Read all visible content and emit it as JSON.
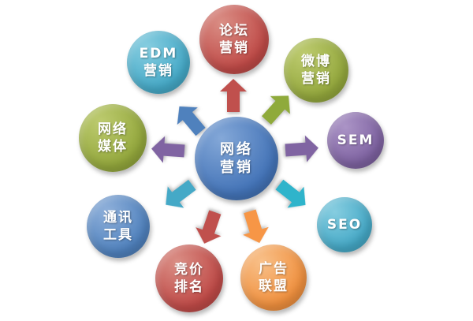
{
  "diagram": {
    "center": {
      "name": "network-marketing",
      "lines": [
        "网络",
        "营销"
      ],
      "color": "#4373b7",
      "highlight": "#84a8d8"
    },
    "satellites": [
      {
        "name": "forum-marketing",
        "lines": [
          "论坛",
          "营销"
        ],
        "color": "#bf4a47",
        "highlight": "#da8e85"
      },
      {
        "name": "weibo-marketing",
        "lines": [
          "微博",
          "营销"
        ],
        "color": "#93a73c",
        "highlight": "#bdcb6f"
      },
      {
        "name": "sem",
        "lines": [
          "SEM"
        ],
        "color": "#7e62a1",
        "highlight": "#ab94c6"
      },
      {
        "name": "seo",
        "lines": [
          "SEO"
        ],
        "color": "#45a9c7",
        "highlight": "#86cde0"
      },
      {
        "name": "ad-alliance",
        "lines": [
          "广告",
          "联盟"
        ],
        "color": "#f0903e",
        "highlight": "#f8c089"
      },
      {
        "name": "bid-ranking",
        "lines": [
          "竞价",
          "排名"
        ],
        "color": "#bf4a47",
        "highlight": "#da8e85"
      },
      {
        "name": "communication-tools",
        "lines": [
          "通讯",
          "工具"
        ],
        "color": "#4f81bd",
        "highlight": "#8fb0da"
      },
      {
        "name": "network-media",
        "lines": [
          "网络",
          "媒体"
        ],
        "color": "#93a73c",
        "highlight": "#bdcb6f"
      },
      {
        "name": "edm-marketing",
        "lines": [
          "EDM",
          "营销"
        ],
        "color": "#45a9c7",
        "highlight": "#86cde0"
      }
    ],
    "arrows": [
      {
        "target": "forum-marketing",
        "direction": "up",
        "color": "#c0504d"
      },
      {
        "target": "weibo-marketing",
        "direction": "up-right",
        "color": "#8faa3b"
      },
      {
        "target": "sem",
        "direction": "right",
        "color": "#8064a2"
      },
      {
        "target": "seo",
        "direction": "down-right",
        "color": "#2fb4cb"
      },
      {
        "target": "ad-alliance",
        "direction": "down",
        "color": "#f79646"
      },
      {
        "target": "bid-ranking",
        "direction": "down",
        "color": "#c0504d"
      },
      {
        "target": "communication-tools",
        "direction": "down-left",
        "color": "#45a9c7"
      },
      {
        "target": "network-media",
        "direction": "left",
        "color": "#8064a2"
      },
      {
        "target": "edm-marketing",
        "direction": "up-left",
        "color": "#4f81bd"
      }
    ]
  }
}
